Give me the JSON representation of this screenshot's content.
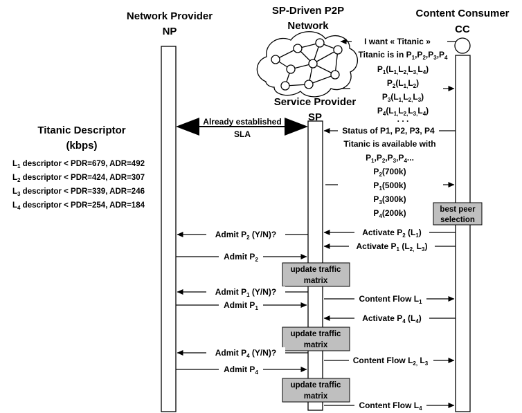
{
  "headers": {
    "np_title": "Network Provider",
    "np_short": "NP",
    "p2p_title_1": "SP-Driven P2P",
    "p2p_title_2": "Network",
    "cc_title": "Content Consumer",
    "cc_short": "CC",
    "sp_title": "Service Provider",
    "sp_short": "SP"
  },
  "descriptor": {
    "title_1": "Titanic Descriptor",
    "title_2": "(kbps)",
    "rows": [
      {
        "layer": "1",
        "text": " descriptor < PDR=679, ADR=492"
      },
      {
        "layer": "2",
        "text": " descriptor < PDR=424, ADR=307"
      },
      {
        "layer": "3",
        "text": " descriptor < PDR=339, ADR=246"
      },
      {
        "layer": "4",
        "text": " descriptor < PDR=254, ADR=184"
      }
    ]
  },
  "sla": {
    "line1": "Already established",
    "line2": "SLA"
  },
  "cc_messages": {
    "want": "I want « Titanic »",
    "titanic_in": "Titanic is in P",
    "titanic_in_list": ",P",
    "p_layers": [
      {
        "peer": "1",
        "layers": "(L1,L2,L3,L4)"
      },
      {
        "peer": "2",
        "layers": "(L1,L2)"
      },
      {
        "peer": "3",
        "layers": "(L1,L2,L3)"
      },
      {
        "peer": "4",
        "layers": "(L1,L2,L3,L4)"
      }
    ],
    "dots": ". . .",
    "status": "Status of P1, P2, P3, P4",
    "available": "Titanic is available with",
    "available_list": "P1,P2,P3,P4...",
    "rates": [
      {
        "peer": "2",
        "rate": "(700k)"
      },
      {
        "peer": "1",
        "rate": "(500k)"
      },
      {
        "peer": "3",
        "rate": "(300k)"
      },
      {
        "peer": "4",
        "rate": "(200k)"
      }
    ]
  },
  "boxes": {
    "best_peer_1": "best peer",
    "best_peer_2": "selection",
    "update_1": "update traffic",
    "update_2": "matrix"
  },
  "flow": {
    "admit_q_p2": "Admit P2 (Y/N)?",
    "admit_p2": "Admit P2",
    "activate_p2": "Activate P2 (L1)",
    "activate_p1": "Activate P1 (L2, L3)",
    "admit_q_p1": "Admit P1 (Y/N)?",
    "admit_p1": "Admit P1",
    "content_l1": "Content Flow L1",
    "activate_p4": "Activate P4 (L4)",
    "admit_q_p4": "Admit P4 (Y/N)?",
    "admit_p4": "Admit P4",
    "content_l23": "Content Flow L2, L3",
    "content_l4": "Content Flow L4"
  },
  "colors": {
    "box_fill": "#bfbfbf",
    "line": "#000000"
  }
}
